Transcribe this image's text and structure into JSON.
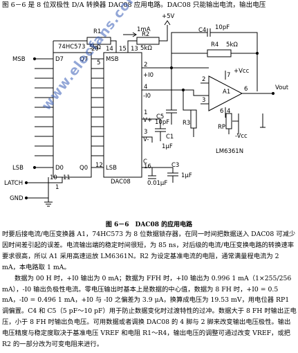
{
  "intro": "图 6－6 是 8 位双极性 D/A 转换器 DAC08 应用电路。DAC08 只能输出电流，输出电压",
  "schematic": {
    "ic_latch": "74HC573",
    "ic_dac": "DAC08",
    "msb": "MSB",
    "lsb": "LSB",
    "latch": "LATCH",
    "gnd": "GND",
    "d7": "D7",
    "d0": "D0",
    "q7": "Q7",
    "q0": "Q0",
    "dac_msb": "MSB",
    "dac_lsb": "LSB",
    "r1": "R1",
    "r1_val": "5kΩ",
    "r2": "R2",
    "r2_val": "5kΩ",
    "c4": "C4",
    "c4_val": "10pF",
    "r4": "R4",
    "r4_val": "5kΩ",
    "vplus": "+5V",
    "ma": "1mA",
    "io_plus": "+I0",
    "io_minus": "-I0",
    "v_top": "V+",
    "v_bot": "V-",
    "c": "C",
    "c5": "C5",
    "c5_val": "10pF",
    "r3": "R3",
    "c1": "C1",
    "c1_val": "1μF",
    "c3": "C3",
    "c3_val": "1μF",
    "c2_val": "0.01μF",
    "a1": "A1",
    "vout": "Vout",
    "vcc_pos": "+Vcc",
    "vcc_neg": "-Vcc",
    "rp": "RP",
    "lm": "LM6361N",
    "pin14": "14",
    "pin15": "15",
    "pin13": "13",
    "pin2": "2",
    "pin3": "3",
    "pin4": "4",
    "pin1": "1",
    "pin5": "5",
    "pin12": "12",
    "pin16": "16",
    "pin11": "11",
    "pin7": "7",
    "pin6": "6",
    "pin20": "20",
    "pin10": "10",
    "pin1b": "1",
    "opin2": "2",
    "opin3": "3",
    "opin6": "6",
    "opin4": "4"
  },
  "watermark": "www.elecfans.com",
  "caption": "图 6－6　DAC08 的应用电路",
  "paragraphs": [
    "时要后接电流/电压变换器 A1，74HC573 为 8 位数据锁存器，在同一时间把数据送入 DAC08 可减少因时间差引起的误差。电流输出端的稳定时间很短，为 85 ns，对后级的电流/电压变换电路的转换速率要求很高，所以 A1 采用高速运放 LM6361N。R2 为设定基准电流的电阻，通常满量程电流为 2 mA，本电路取 1 mA。",
    "数据为 00 H 时，+I0 输出为 0 mA；数据为 FFH 时，+I0 输出为 0.996 1 mA（1×255/256 mA），-I0 输出负极性电流。零电压输出时基本上是数据的中心值，数据为 8 FH 时，+I0 = 0.5 mA，-I0 = 0.496 1 mA，+I0 与 -I0 之偏差为 3.9 μA，换算成电压为 19.53 mV，用电位器 RP1 调偏置。C4 和 C5（5 pF～10 pF）用于防止数据变化时过渡特性的过冲。数据大于 8 FH 时输出正电压，小于 8 FH 时输出负电压。可用数据或者调换 DAC08 的 4 脚与 2 脚来改变输出电压极性。输出电压精度与稳定度取决于基准电压 VREF 和电阻 R1～R4，输出电压的调整可通过改变 VREF，或把 R2 的一部分改为可变电阻来进行。"
  ]
}
